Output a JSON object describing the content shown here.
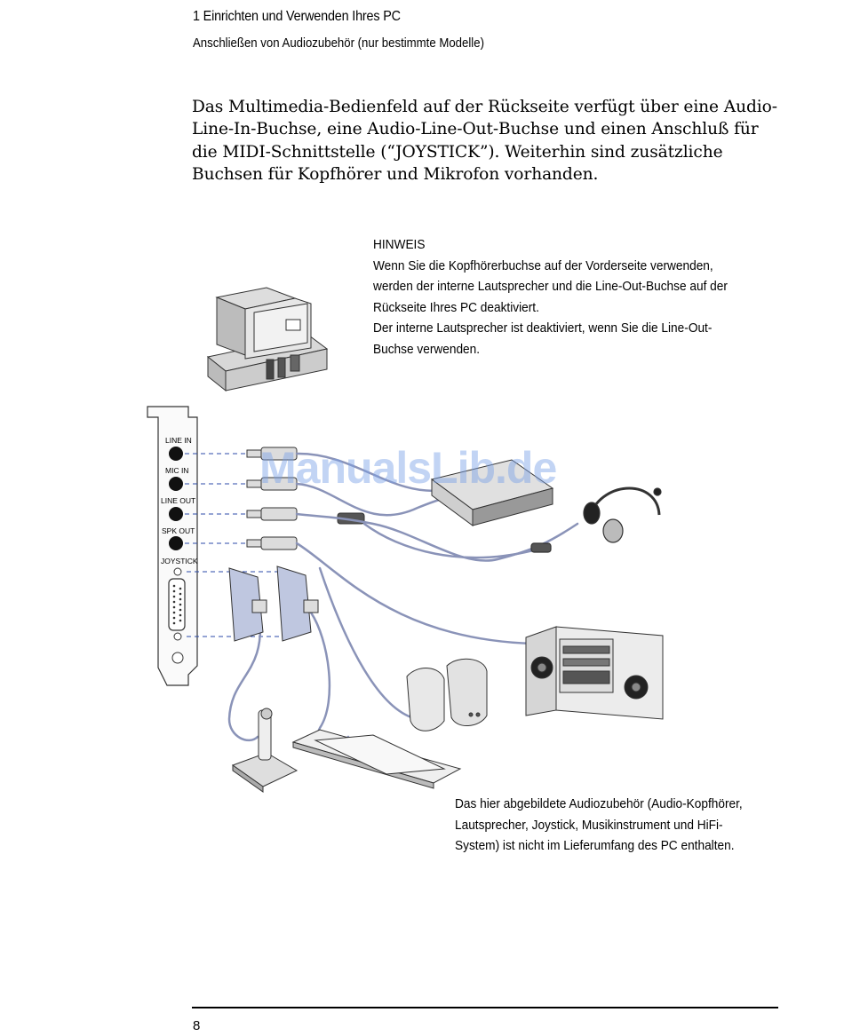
{
  "header": {
    "chapter": "1   Einrichten und Verwenden Ihres PC",
    "section": "Anschließen von Audiozubehör (nur bestimmte Modelle)"
  },
  "intro_lines": [
    "Das Multimedia-Bedienfeld auf der Rückseite verfügt über eine Audio-",
    "Line-In-Buchse, eine Audio-Line-Out-Buchse und einen Anschluß für",
    "die MIDI-Schnittstelle (“JOYSTICK”). Weiterhin sind zusätzliche",
    "Buchsen für Kopfhörer und Mikrofon vorhanden."
  ],
  "note": {
    "title": "HINWEIS",
    "lines": [
      "Wenn Sie die Kopfhörerbuchse auf der Vorderseite verwenden,",
      "werden der interne Lautsprecher und die Line-Out-Buchse auf der",
      "Rückseite Ihres PC deaktiviert.",
      "Der interne Lautsprecher ist deaktiviert, wenn Sie die Line-Out-",
      "Buchse verwenden."
    ]
  },
  "figure": {
    "port_labels": [
      "LINE IN",
      "MIC IN",
      "LINE OUT",
      "SPK OUT",
      "JOYSTICK"
    ]
  },
  "watermark": "ManualsLib.de",
  "caption_lines": [
    "Das hier abgebildete Audiozubehör (Audio-Kopfhörer,",
    "Lautsprecher, Joystick, Musikinstrument und HiFi-",
    "System) ist nicht im Lieferumfang des PC enthalten."
  ],
  "footer": {
    "page_number": "8"
  }
}
